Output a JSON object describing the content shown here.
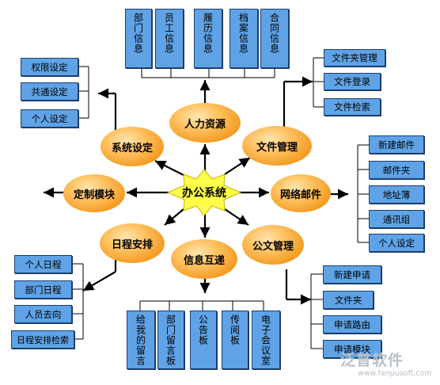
{
  "center": "办公系统",
  "hubs": {
    "hr": "人力资源",
    "file_mgmt": "文件管理",
    "network_mail": "网络邮件",
    "doc_mgmt": "公文管理",
    "info_exchange": "信息互递",
    "schedule": "日程安排",
    "custom_module": "定制模块",
    "system_settings": "系统设定"
  },
  "hr_items": [
    "部门信息",
    "员工信息",
    "履历信息",
    "档案信息",
    "合同信息"
  ],
  "file_items": [
    "文件夹管理",
    "文件登录",
    "文件检索"
  ],
  "mail_items": [
    "新建邮件",
    "邮件夹",
    "地址薄",
    "通讯组",
    "个人设定"
  ],
  "doc_items": [
    "新建申请",
    "文件夹",
    "申请路由",
    "申请模块"
  ],
  "info_items": [
    "给我的留言",
    "部门留言板",
    "公告板",
    "传阅板",
    "电子会议室"
  ],
  "schedule_items": [
    "个人日程",
    "部门日程",
    "人员去向",
    "日程安排检索"
  ],
  "settings_items": [
    "权限设定",
    "共通设定",
    "个人设定"
  ],
  "watermark": {
    "brand": "泛普软件",
    "url": "www.fanpusoft.com"
  },
  "colors": {
    "box": "#5fa3e6",
    "node": "#f39a1e",
    "star": "#fffc4a"
  }
}
